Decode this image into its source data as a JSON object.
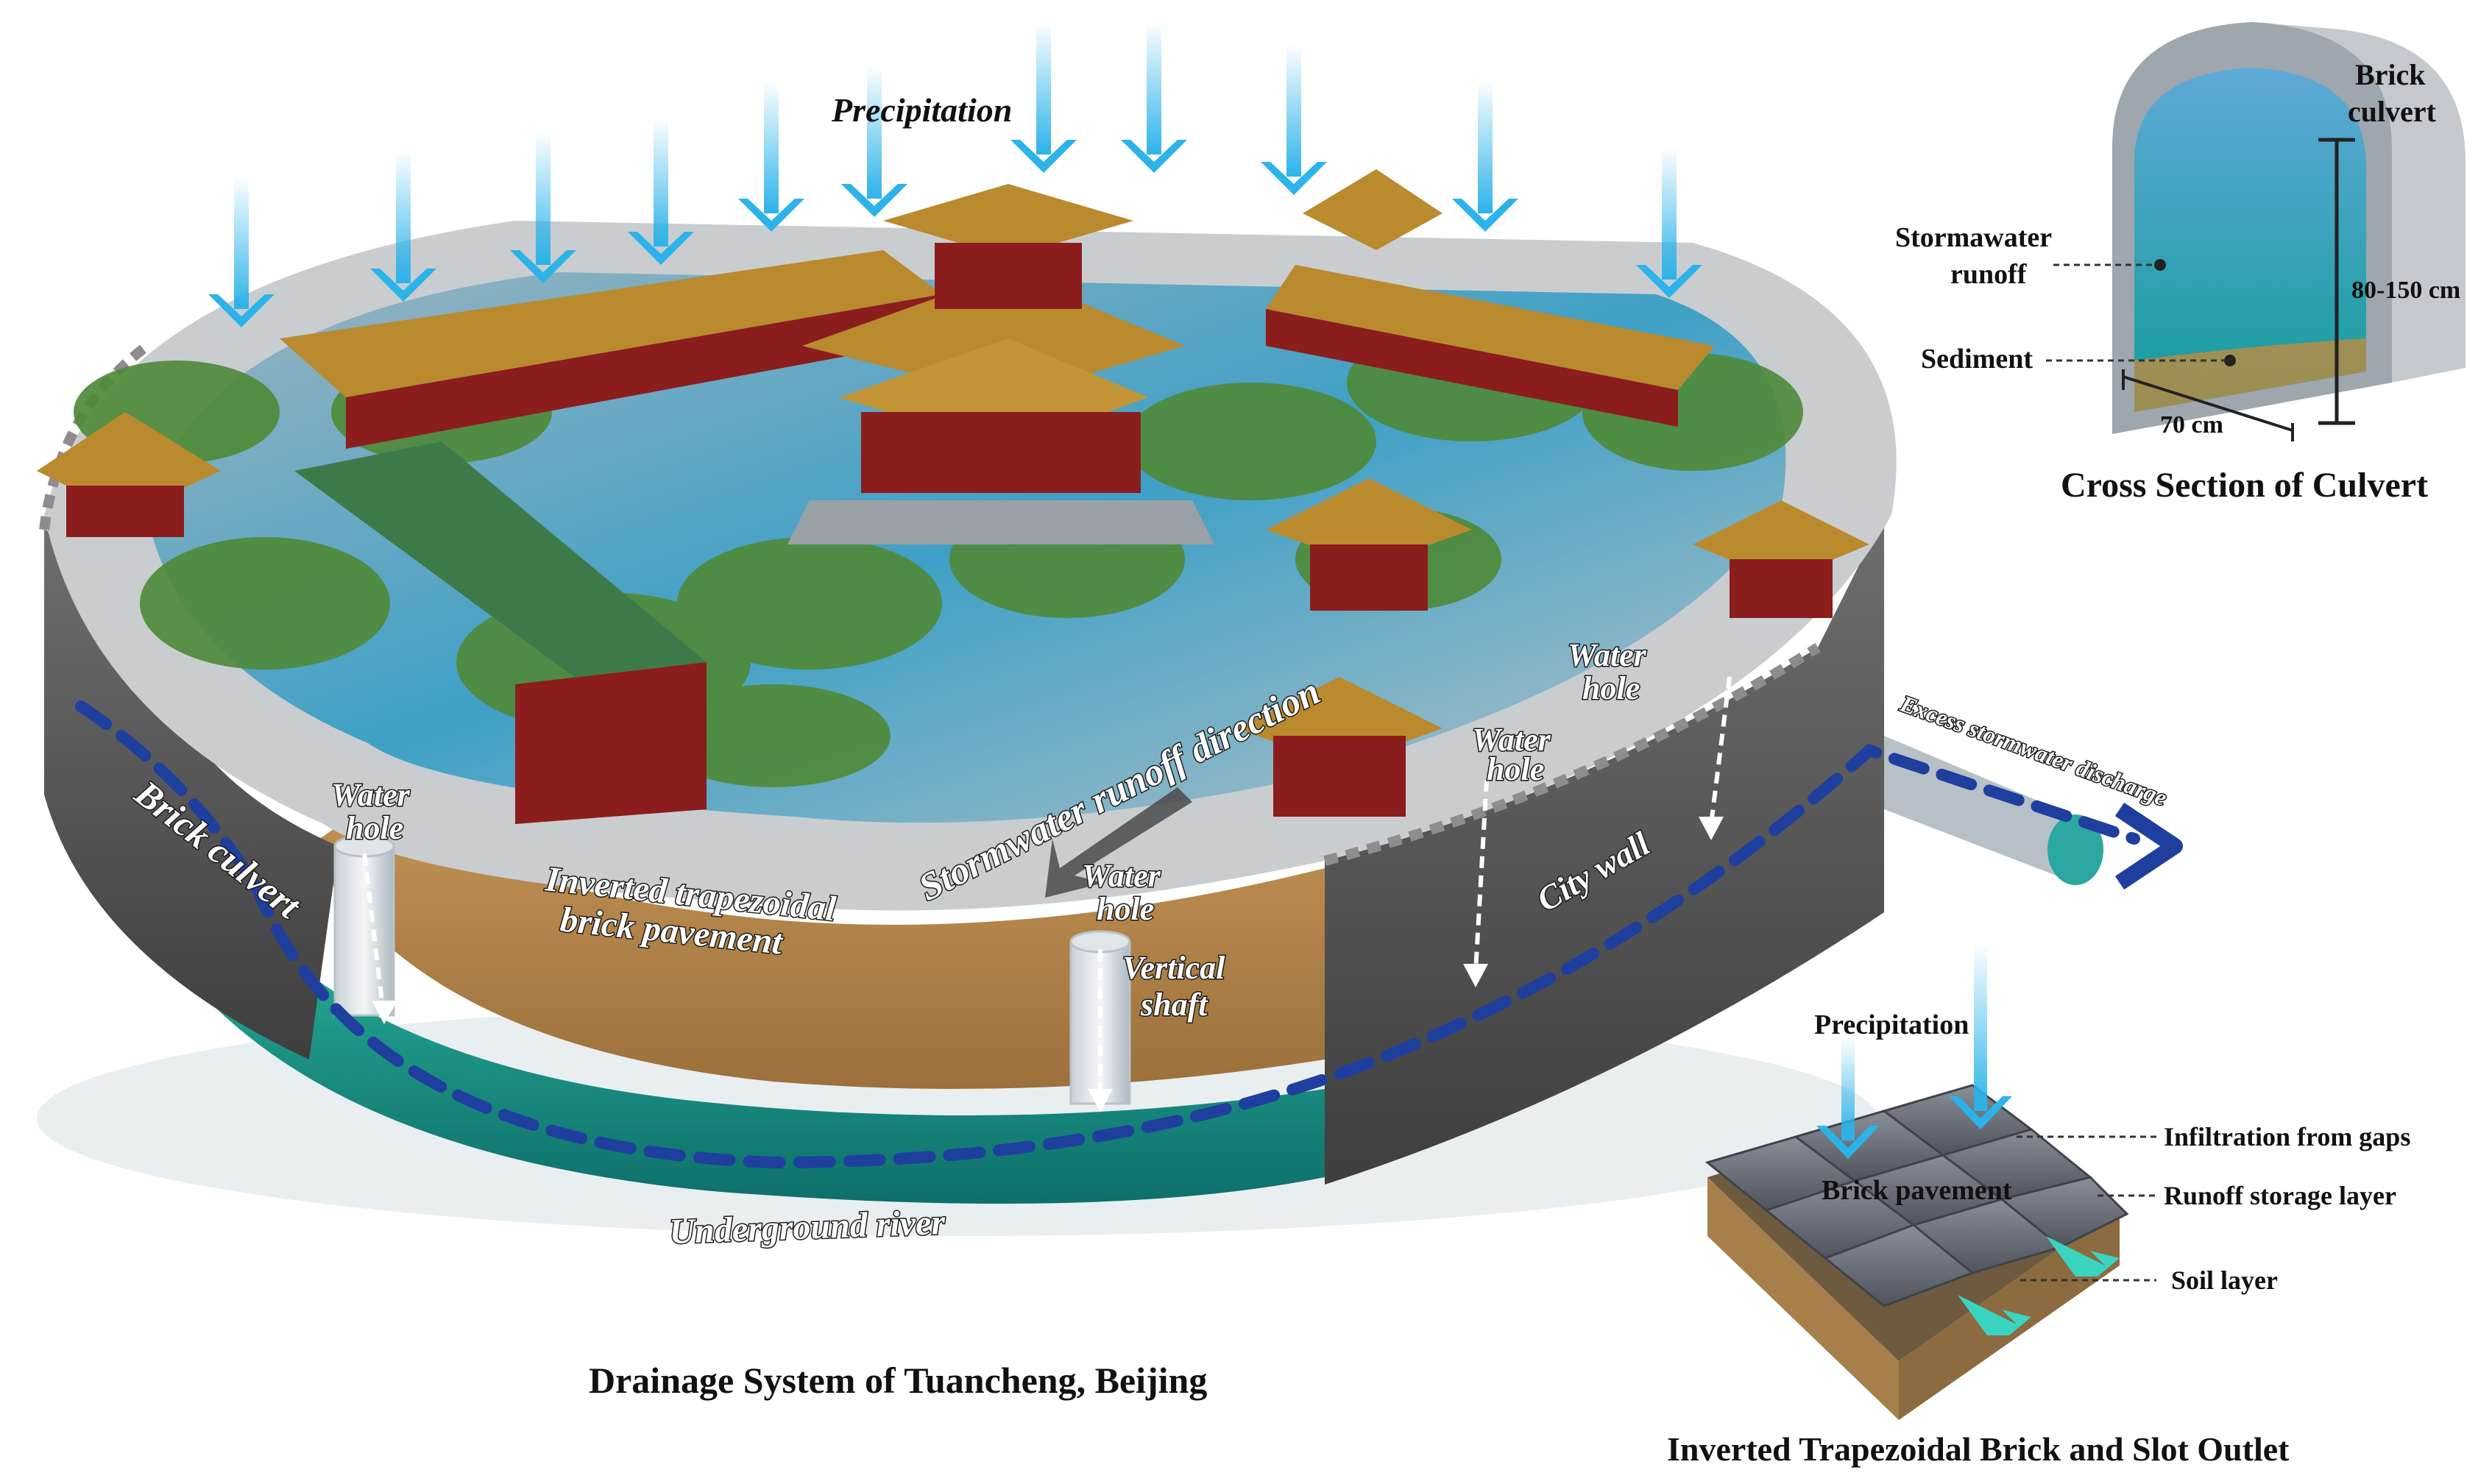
{
  "main_diagram": {
    "title": "Drainage System of Tuancheng, Beijing",
    "labels": {
      "precipitation": "Precipitation",
      "stormwater_runoff_direction": "Stormwater runoff direction",
      "water_hole": "Water",
      "water_hole_2": "hole",
      "inverted_trapezoidal_line1": "Inverted trapezoidal",
      "inverted_trapezoidal_line2": "brick pavement",
      "vertical_shaft_line1": "Vertical",
      "vertical_shaft_line2": "shaft",
      "brick_culvert": "Brick culvert",
      "city_wall": "City wall",
      "underground_river": "Underground river",
      "excess_discharge": "Excess stormwater discharge"
    }
  },
  "culvert_inset": {
    "title": "Cross Section of Culvert",
    "brick_culvert_line1": "Brick",
    "brick_culvert_line2": "culvert",
    "stormwater_line1": "Stormawater",
    "stormwater_line2": "runoff",
    "sediment": "Sediment",
    "width": "70 cm",
    "height": "80-150 cm"
  },
  "brick_inset": {
    "title": "Inverted Trapezoidal Brick and Slot Outlet",
    "precipitation": "Precipitation",
    "brick_pavement": "Brick pavement",
    "infiltration": "Infiltration from gaps",
    "runoff_storage": "Runoff storage layer",
    "soil_layer": "Soil layer"
  },
  "colors": {
    "arrow_blue": "#2bb3ea",
    "pipe_dash": "#1f3f9e",
    "water_teal": "#1aa59a",
    "wall_gray": "#5e5e5e",
    "earth_tan": "#b9884f",
    "roof_gold": "#b98a2e",
    "tree_green": "#4f8a3a"
  }
}
